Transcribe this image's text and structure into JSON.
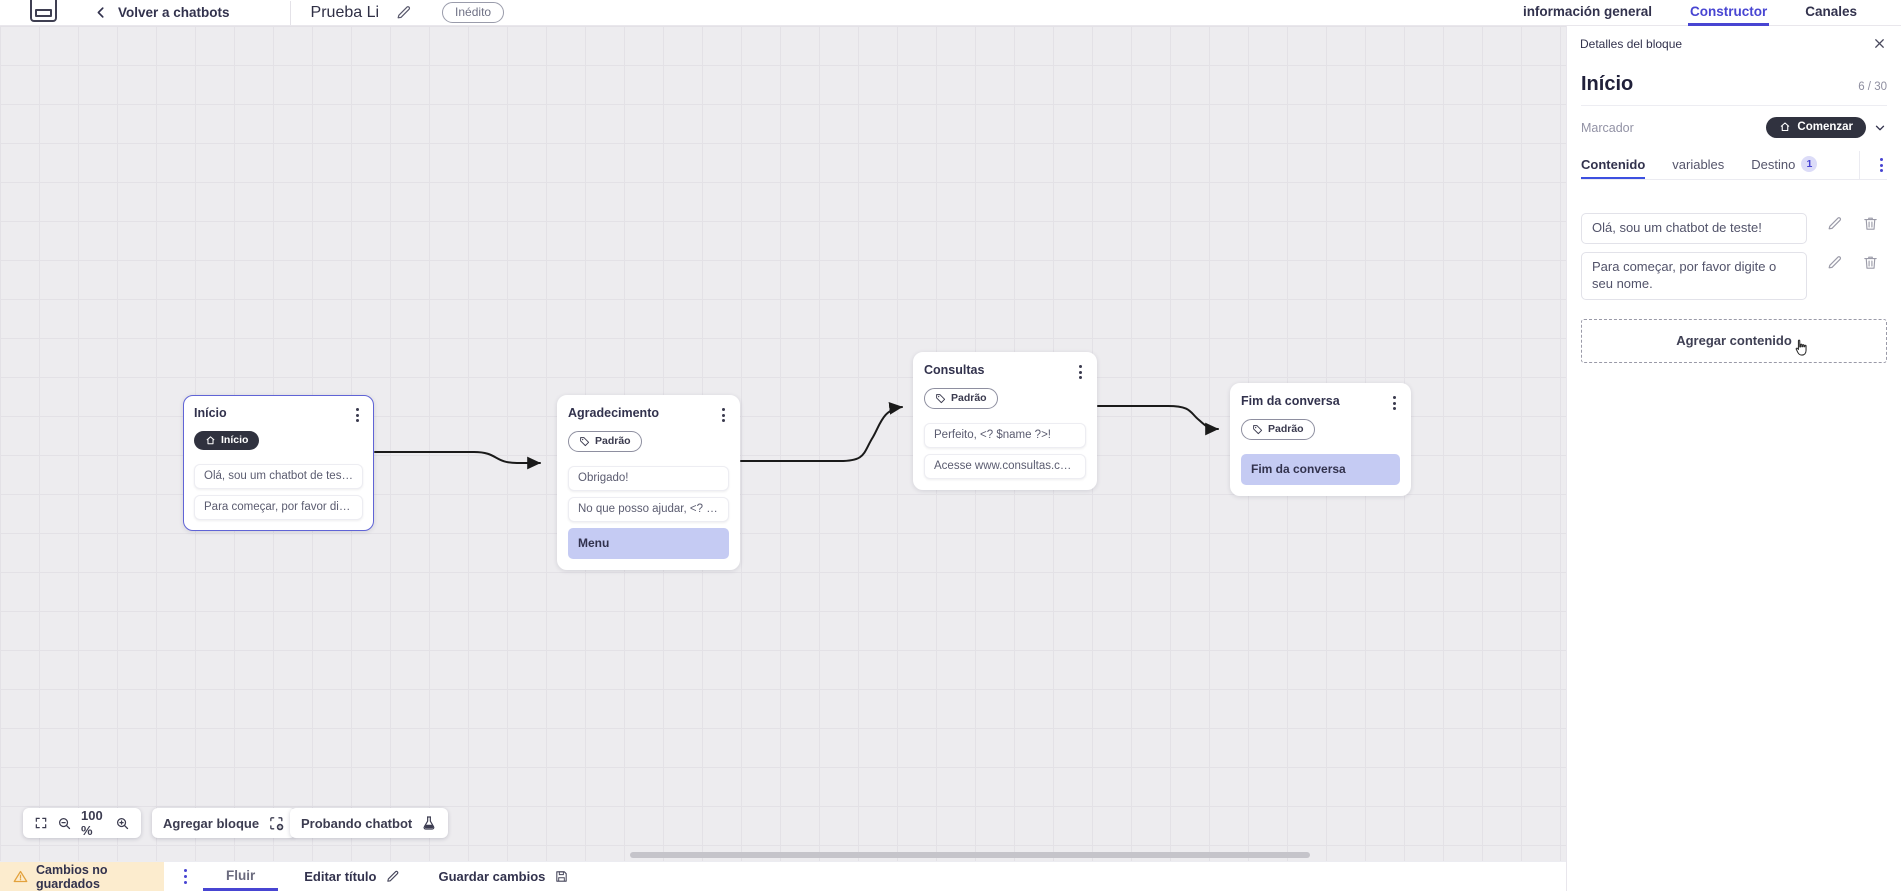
{
  "header": {
    "back_label": "Volver a chatbots",
    "title": "Prueba Li",
    "status_badge": "Inédito",
    "tabs": [
      {
        "label": "información general",
        "active": false
      },
      {
        "label": "Constructor",
        "active": true
      },
      {
        "label": "Canales",
        "active": false
      }
    ]
  },
  "panel": {
    "header": "Detalles del bloque",
    "block_title": "Início",
    "counter": "6 / 30",
    "marker_label": "Marcador",
    "marker_value": "Comenzar",
    "tabs": [
      {
        "label": "Contenido",
        "active": true
      },
      {
        "label": "variables",
        "active": false
      },
      {
        "label": "Destino",
        "badge": "1",
        "active": false
      }
    ],
    "contents": [
      {
        "text": "Olá, sou um chatbot de teste!"
      },
      {
        "text": "Para começar, por favor digite o seu nome."
      }
    ],
    "add_content_label": "Agregar contenido"
  },
  "canvas": {
    "zoom_level": "100 %",
    "add_block_label": "Agregar bloque",
    "test_chatbot_label": "Probando chatbot",
    "nodes": [
      {
        "title": "Início",
        "badge": "Início",
        "badge_type": "start",
        "selected": true,
        "items": [
          {
            "text": "Olá, sou um chatbot de teste!",
            "highlight": false
          },
          {
            "text": "Para começar, por favor digite o ...",
            "highlight": false
          }
        ]
      },
      {
        "title": "Agradecimento",
        "badge": "Padrão",
        "badge_type": "default",
        "selected": false,
        "items": [
          {
            "text": "Obrigado!",
            "highlight": false
          },
          {
            "text": "No que posso ajudar, <? $name ...",
            "highlight": false
          },
          {
            "text": "Menu",
            "highlight": true
          }
        ]
      },
      {
        "title": "Consultas",
        "badge": "Padrão",
        "badge_type": "default",
        "selected": false,
        "items": [
          {
            "text": "Perfeito, <? $name ?>!",
            "highlight": false
          },
          {
            "text": "Acesse www.consultas.com par...",
            "highlight": false
          }
        ]
      },
      {
        "title": "Fim da conversa",
        "badge": "Padrão",
        "badge_type": "default",
        "selected": false,
        "items": [
          {
            "text": "Fim da conversa",
            "highlight": true
          }
        ]
      }
    ]
  },
  "footer": {
    "unsaved_label": "Cambios no guardados",
    "flow_tab": "Fluir",
    "edit_title_label": "Editar título",
    "save_label": "Guardar cambios"
  },
  "colors": {
    "accent": "#4845d2",
    "panel_tab_accent": "#3c50e0",
    "dark_pill": "#30323f",
    "highlight_item_bg": "#c5cbf3",
    "warning_bg": "#fcecce",
    "warning_icon": "#e3a23d",
    "canvas_bg": "#edecef",
    "edge_stroke": "#1a1a1a"
  }
}
